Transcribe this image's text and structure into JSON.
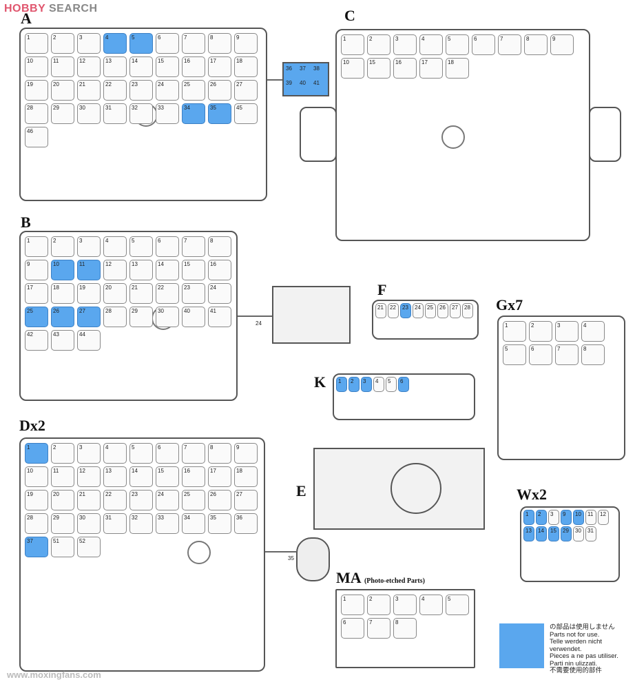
{
  "logo": {
    "hobby": "HOBBY",
    "search": "SEARCH"
  },
  "watermark": "www.moxingfans.com",
  "colors": {
    "not_used": "#5aa7ee",
    "logo_red": "#e0566e",
    "logo_gray": "#888888"
  },
  "sprues": [
    {
      "id": "A",
      "label": "A",
      "parts": [
        "1",
        "2",
        "3",
        "4",
        "5",
        "6",
        "7",
        "8",
        "9",
        "10",
        "11",
        "12",
        "13",
        "14",
        "15",
        "16",
        "17",
        "18",
        "19",
        "20",
        "21",
        "22",
        "23",
        "24",
        "25",
        "26",
        "27",
        "28",
        "29",
        "30",
        "31",
        "32",
        "33",
        "34",
        "35",
        "45",
        "46"
      ],
      "blue": [
        "4",
        "5",
        "34",
        "35"
      ]
    },
    {
      "id": "C",
      "label": "C",
      "parts": [
        "1",
        "2",
        "3",
        "4",
        "5",
        "6",
        "7",
        "8",
        "9",
        "10",
        "15",
        "16",
        "17",
        "18"
      ],
      "blue": []
    },
    {
      "id": "B",
      "label": "B",
      "parts": [
        "1",
        "2",
        "3",
        "4",
        "5",
        "6",
        "7",
        "8",
        "9",
        "10",
        "11",
        "12",
        "13",
        "14",
        "15",
        "16",
        "17",
        "18",
        "19",
        "20",
        "21",
        "22",
        "23",
        "24",
        "25",
        "26",
        "27",
        "28",
        "29",
        "30",
        "40",
        "41",
        "42",
        "43",
        "44"
      ],
      "blue": [
        "10",
        "11",
        "25",
        "26",
        "27"
      ]
    },
    {
      "id": "F",
      "label": "F",
      "parts": [
        "21",
        "22",
        "23",
        "24",
        "25",
        "26",
        "27",
        "28"
      ],
      "blue": [
        "23"
      ]
    },
    {
      "id": "Gx7",
      "label": "Gx7",
      "parts": [
        "1",
        "2",
        "3",
        "4",
        "5",
        "6",
        "7",
        "8"
      ],
      "blue": []
    },
    {
      "id": "K",
      "label": "K",
      "parts": [
        "1",
        "2",
        "3",
        "4",
        "5",
        "6"
      ],
      "blue": [
        "1",
        "2",
        "3",
        "6"
      ]
    },
    {
      "id": "Dx2",
      "label": "Dx2",
      "parts": [
        "1",
        "2",
        "3",
        "4",
        "5",
        "6",
        "7",
        "8",
        "9",
        "10",
        "11",
        "12",
        "13",
        "14",
        "15",
        "16",
        "17",
        "18",
        "19",
        "20",
        "21",
        "22",
        "23",
        "24",
        "25",
        "26",
        "27",
        "28",
        "29",
        "30",
        "31",
        "32",
        "33",
        "34",
        "35",
        "36",
        "37",
        "51",
        "52"
      ],
      "blue": [
        "1",
        "37"
      ]
    },
    {
      "id": "E",
      "label": "E",
      "parts": [],
      "blue": []
    },
    {
      "id": "Wx2",
      "label": "Wx2",
      "parts": [
        "1",
        "2",
        "3",
        "9",
        "10",
        "11",
        "12",
        "13",
        "14",
        "15",
        "29",
        "30",
        "31"
      ],
      "blue": [
        "1",
        "2",
        "9",
        "10",
        "13",
        "14",
        "15",
        "29"
      ]
    },
    {
      "id": "MA",
      "label": "MA",
      "sublabel": "(Photo-etched Parts)",
      "parts": [
        "1",
        "2",
        "3",
        "4",
        "5",
        "6",
        "7",
        "8"
      ],
      "blue": []
    }
  ],
  "external_parts": {
    "a_block": [
      "36",
      "37",
      "38",
      "39",
      "40",
      "41"
    ],
    "b_hull": "24",
    "d_turret": "35"
  },
  "legend": [
    "の部品は使用しません",
    "Parts not for use.",
    "Telle werden nicht verwendet.",
    "Pieces a ne pas utiliser.",
    "Parti nin ulizzati.",
    "不需要使用的部件"
  ]
}
